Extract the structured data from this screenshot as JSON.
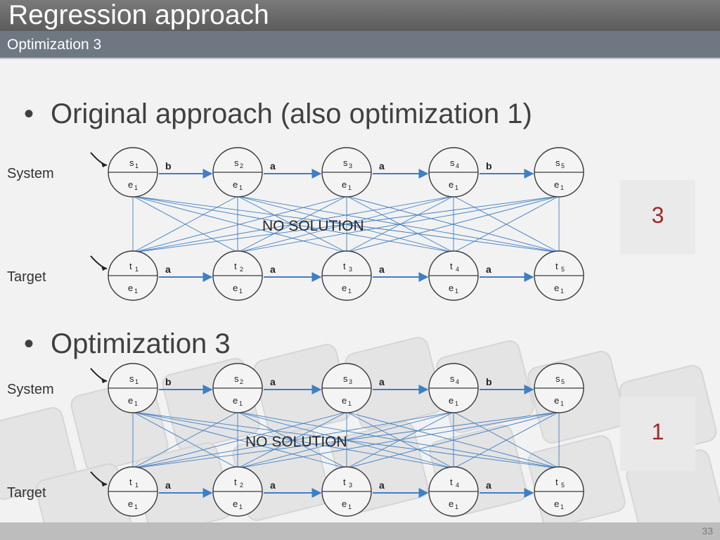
{
  "title": "Regression approach",
  "subtitle": "Optimization 3",
  "bullets": [
    {
      "text": "Original approach (also optimization 1)"
    },
    {
      "text": "Optimization 3"
    }
  ],
  "diagrams": [
    {
      "system_label": "System",
      "target_label": "Target",
      "center_label": "NO SOLUTION",
      "result": "3",
      "system_nodes": [
        {
          "state": "s",
          "idx": "1",
          "event": "e",
          "eidx": "1"
        },
        {
          "state": "s",
          "idx": "2",
          "event": "e",
          "eidx": "1"
        },
        {
          "state": "s",
          "idx": "3",
          "event": "e",
          "eidx": "1"
        },
        {
          "state": "s",
          "idx": "4",
          "event": "e",
          "eidx": "1"
        },
        {
          "state": "s",
          "idx": "5",
          "event": "e",
          "eidx": "1"
        }
      ],
      "system_edges": [
        "b",
        "a",
        "a",
        "b"
      ],
      "target_nodes": [
        {
          "state": "t",
          "idx": "1",
          "event": "e",
          "eidx": "1"
        },
        {
          "state": "t",
          "idx": "2",
          "event": "e",
          "eidx": "1"
        },
        {
          "state": "t",
          "idx": "3",
          "event": "e",
          "eidx": "1"
        },
        {
          "state": "t",
          "idx": "4",
          "event": "e",
          "eidx": "1"
        },
        {
          "state": "t",
          "idx": "5",
          "event": "e",
          "eidx": "1"
        }
      ],
      "target_edges": [
        "a",
        "a",
        "a",
        "a"
      ]
    },
    {
      "system_label": "System",
      "target_label": "Target",
      "center_label": "NO SOLUTION",
      "result": "1",
      "system_nodes": [
        {
          "state": "s",
          "idx": "1",
          "event": "e",
          "eidx": "1"
        },
        {
          "state": "s",
          "idx": "2",
          "event": "e",
          "eidx": "1"
        },
        {
          "state": "s",
          "idx": "3",
          "event": "e",
          "eidx": "1"
        },
        {
          "state": "s",
          "idx": "4",
          "event": "e",
          "eidx": "1"
        },
        {
          "state": "s",
          "idx": "5",
          "event": "e",
          "eidx": "1"
        }
      ],
      "system_edges": [
        "b",
        "a",
        "a",
        "b"
      ],
      "target_nodes": [
        {
          "state": "t",
          "idx": "1",
          "event": "e",
          "eidx": "1"
        },
        {
          "state": "t",
          "idx": "2",
          "event": "e",
          "eidx": "1"
        },
        {
          "state": "t",
          "idx": "3",
          "event": "e",
          "eidx": "1"
        },
        {
          "state": "t",
          "idx": "4",
          "event": "e",
          "eidx": "1"
        },
        {
          "state": "t",
          "idx": "5",
          "event": "e",
          "eidx": "1"
        }
      ],
      "target_edges": [
        "a",
        "a",
        "a",
        "a"
      ]
    }
  ],
  "slide_number": "33",
  "colors": {
    "edge_blue": "#3f7fc4",
    "result_red": "#9b2a2a",
    "node_stroke": "#3a3a3a"
  }
}
